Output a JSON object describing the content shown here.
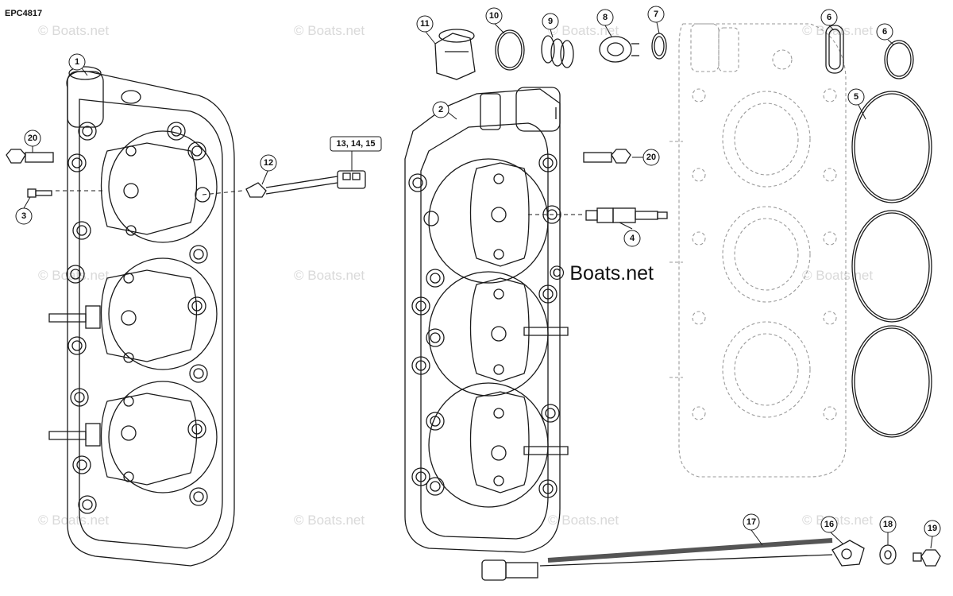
{
  "diagram_code": "EPC4817",
  "copyright_mark": "© Boats.net",
  "watermark_text": "© Boats.net",
  "callouts": [
    "1",
    "2",
    "3",
    "4",
    "5",
    "6",
    "6",
    "7",
    "8",
    "9",
    "10",
    "11",
    "12",
    "13, 14, 15",
    "16",
    "17",
    "18",
    "19",
    "20",
    "20"
  ],
  "colors": {
    "line": "#1a1a1a",
    "dashed": "#9a9a9a",
    "watermark": "#d9d9d9"
  }
}
